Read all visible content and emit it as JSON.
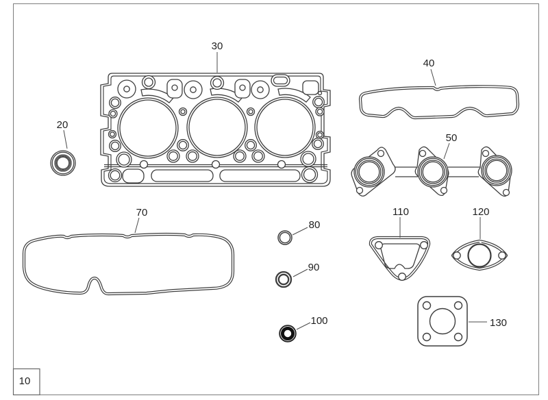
{
  "sheet": {
    "corner_label": "10",
    "background_color": "#ffffff",
    "ink_color": "#3d3d3d",
    "frame_color": "#7d7d7d",
    "label_color": "#1f1f1f"
  },
  "callouts": [
    {
      "ref": "20"
    },
    {
      "ref": "30"
    },
    {
      "ref": "40"
    },
    {
      "ref": "50"
    },
    {
      "ref": "70"
    },
    {
      "ref": "80"
    },
    {
      "ref": "90"
    },
    {
      "ref": "100"
    },
    {
      "ref": "110"
    },
    {
      "ref": "120"
    },
    {
      "ref": "130"
    }
  ]
}
